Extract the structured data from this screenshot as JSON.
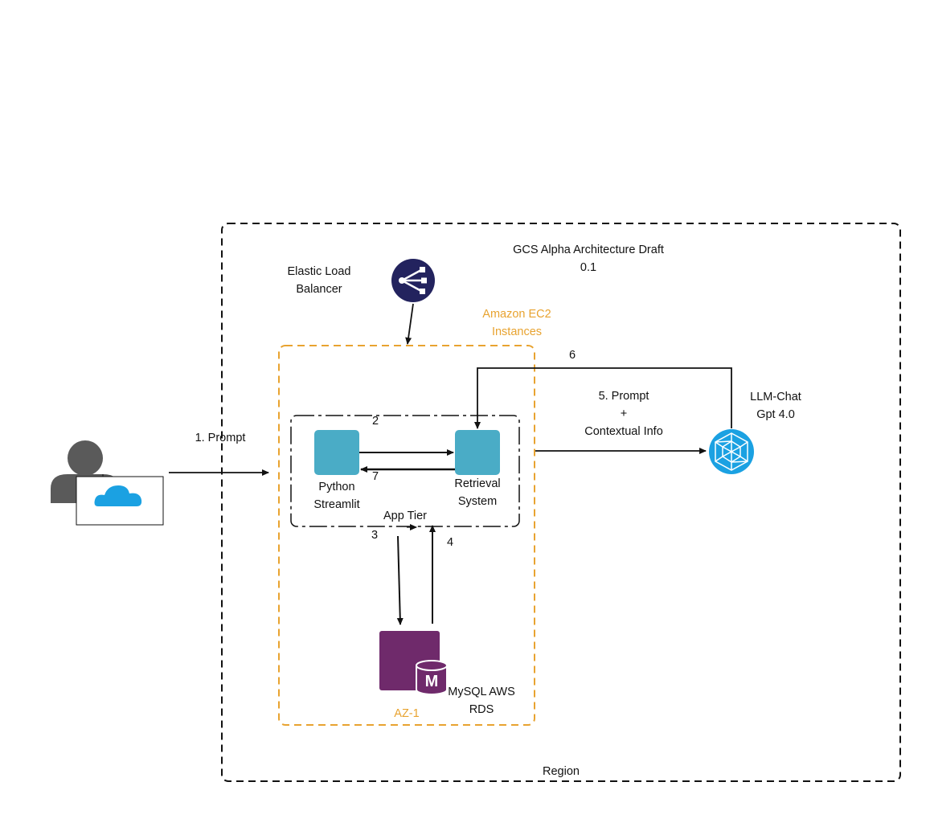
{
  "diagram": {
    "title": {
      "line1": "GCS Alpha Architecture Draft",
      "line2": "0.1"
    },
    "region_label": "Region",
    "elb_label": {
      "line1": "Elastic Load",
      "line2": "Balancer"
    },
    "ec2_label": {
      "line1": "Amazon EC2",
      "line2": "Instances"
    },
    "az_label": "AZ-1",
    "app_tier_label": "App Tier",
    "python_label": {
      "line1": "Python",
      "line2": "Streamlit"
    },
    "retrieval_label": {
      "line1": "Retrieval",
      "line2": "System"
    },
    "mysql_label": {
      "line1": "MySQL AWS",
      "line2": "RDS"
    },
    "mysql_badge": "M",
    "llm_label": {
      "line1": "LLM-Chat",
      "line2": "Gpt 4.0"
    },
    "step1": "1. Prompt",
    "step2": "2",
    "step3": "3",
    "step4": "4",
    "step5": {
      "line1": "5. Prompt",
      "line2": "+",
      "line3": "Contextual Info"
    },
    "step6": "6",
    "step7": "7",
    "icons": {
      "user": "user-with-cloud-icon",
      "elb": "elastic-load-balancer-icon",
      "llm": "network-globe-icon",
      "db": "mysql-rds-icon"
    },
    "colors": {
      "teal": "#4aacc6",
      "navy": "#23235e",
      "purple": "#6f2a6b",
      "orange": "#e8a330",
      "cloud": "#1ba1e2",
      "person": "#5a5a5a"
    }
  }
}
